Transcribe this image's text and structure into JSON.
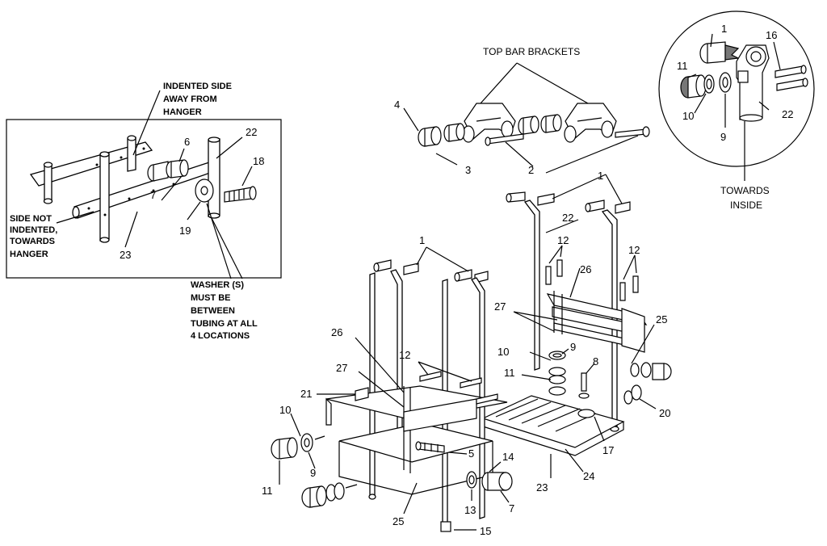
{
  "inset_left": {
    "note_top": [
      "INDENTED SIDE",
      "AWAY FROM",
      "HANGER"
    ],
    "note_left": [
      "SIDE NOT",
      "INDENTED,",
      "TOWARDS",
      "HANGER"
    ],
    "note_washer": [
      "WASHER (S)",
      "MUST BE",
      "BETWEEN",
      "TUBING AT ALL",
      "4 LOCATIONS"
    ],
    "callouts": [
      "6",
      "7",
      "22",
      "18",
      "19",
      "23"
    ]
  },
  "top_brackets": {
    "title": "TOP BAR BRACKETS",
    "callouts": [
      "4",
      "3",
      "2"
    ]
  },
  "inset_right": {
    "callouts": [
      "1",
      "16",
      "11",
      "10",
      "9",
      "22"
    ],
    "note": [
      "TOWARDS",
      "INSIDE"
    ]
  },
  "main_assembly": {
    "callouts_right_frame": [
      "1",
      "22",
      "12",
      "12",
      "26",
      "27",
      "25",
      "10",
      "9",
      "11",
      "8",
      "20",
      "17",
      "24",
      "23"
    ],
    "callouts_left_frame": [
      "1",
      "26",
      "12",
      "27",
      "21",
      "10",
      "9",
      "11",
      "5",
      "14",
      "13",
      "7",
      "25",
      "15"
    ]
  }
}
